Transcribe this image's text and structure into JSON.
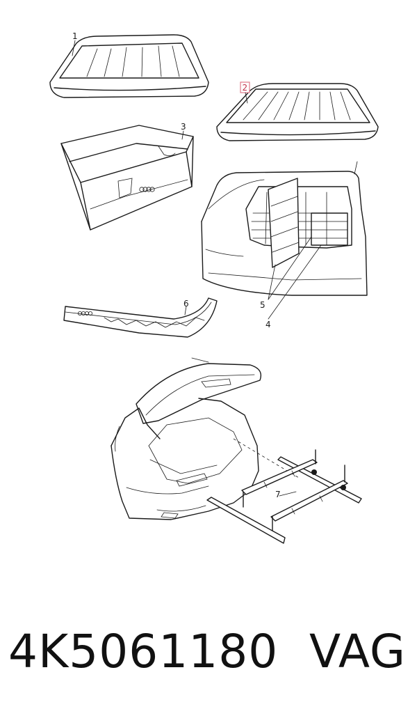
{
  "callouts": {
    "c1": "1",
    "c2": "2",
    "c3": "3",
    "c4": "4",
    "c5": "5",
    "c6": "6",
    "c7": "7"
  },
  "highlight_color": "#e07a8a",
  "footer": {
    "part_number": "4K5061180",
    "brand": "VAG"
  }
}
